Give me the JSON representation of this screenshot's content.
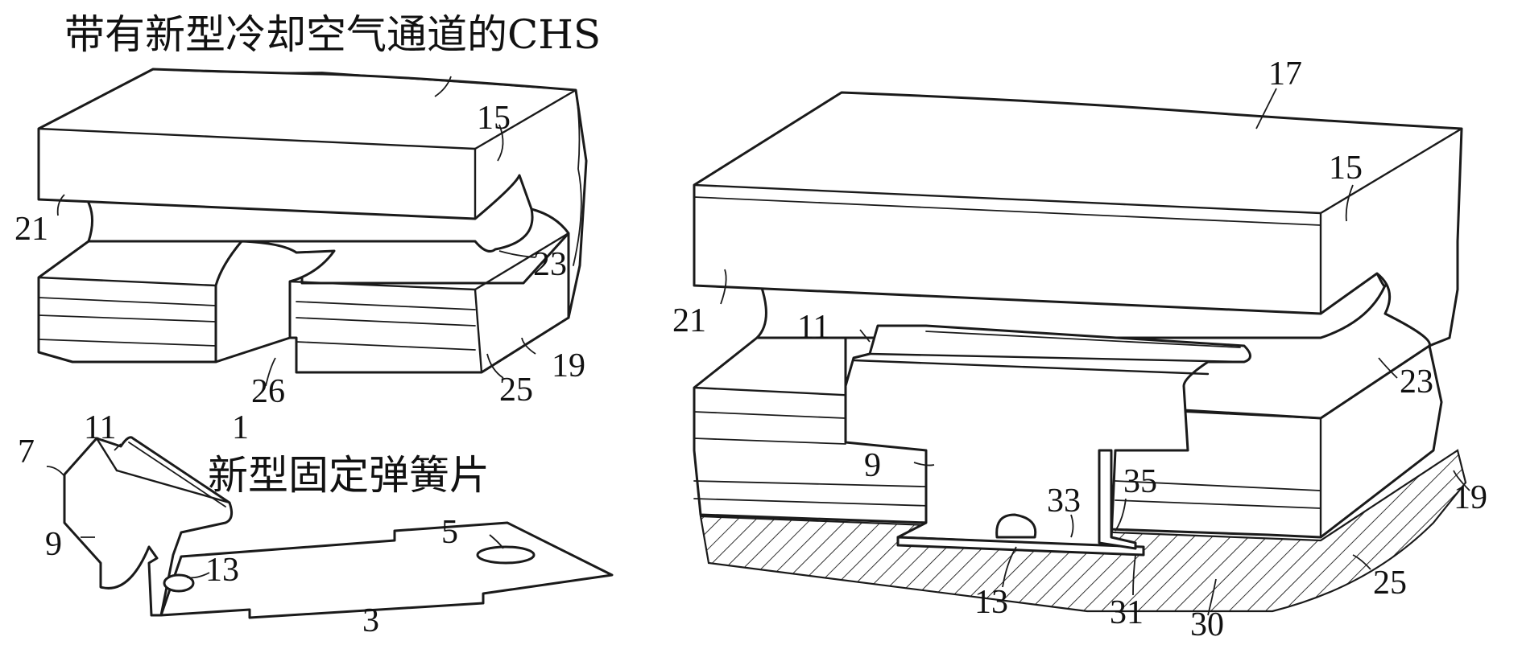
{
  "captions": {
    "left_title": "带有新型冷却空气通道的CHS",
    "spring_title": "新型固定弹簧片"
  },
  "left_labels": {
    "l15": "15",
    "l21": "21",
    "l23": "23",
    "l26": "26",
    "l25": "25",
    "l19": "19"
  },
  "spring_labels": {
    "l1": "1",
    "l11": "11",
    "l7": "7",
    "l9": "9",
    "l13": "13",
    "l5": "5",
    "l3": "3"
  },
  "right_labels": {
    "l17": "17",
    "l15": "15",
    "l21": "21",
    "l11": "11",
    "l23": "23",
    "l9": "9",
    "l33": "33",
    "l35": "35",
    "l19": "19",
    "l25": "25",
    "l13": "13",
    "l31": "31",
    "l30": "30"
  }
}
